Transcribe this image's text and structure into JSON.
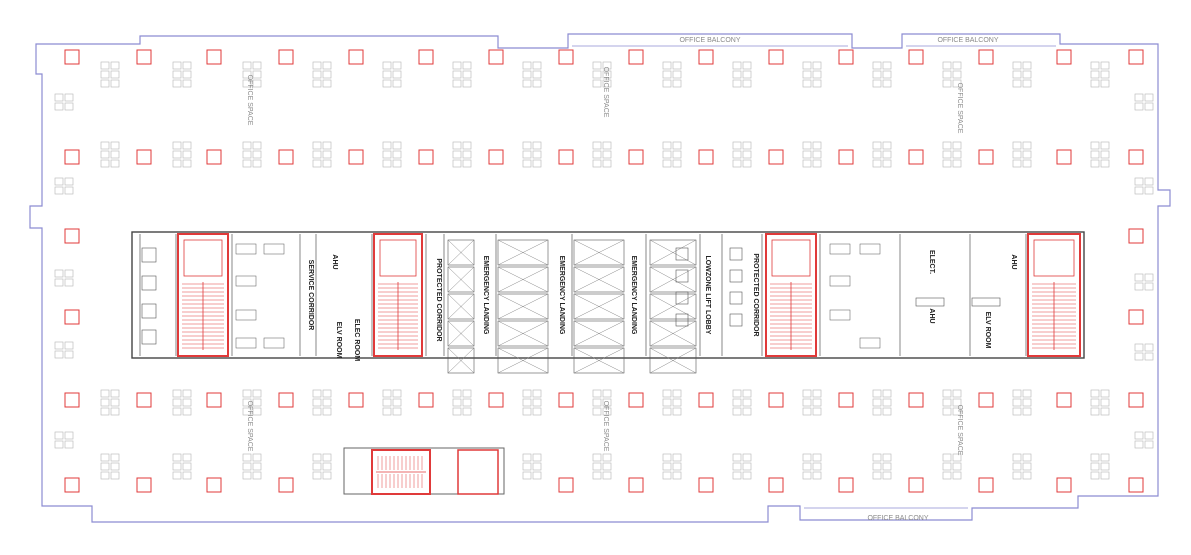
{
  "plan": {
    "outline_color": "#8c8cd2",
    "column_color": "#e03a3a",
    "furniture_color": "#b4b4b4",
    "core_line_color": "#555555",
    "stair_color": "#e03a3a",
    "balconies": [
      {
        "label": "OFFICE BALCONY"
      },
      {
        "label": "OFFICE BALCONY"
      },
      {
        "label": "OFFICE BALCONY"
      }
    ],
    "office_spaces": [
      {
        "label": "OFFICE SPACE"
      },
      {
        "label": "OFFICE SPACE"
      },
      {
        "label": "OFFICE SPACE"
      },
      {
        "label": "OFFICE SPACE"
      },
      {
        "label": "OFFICE SPACE"
      },
      {
        "label": "OFFICE SPACE"
      }
    ],
    "core_labels": [
      {
        "label": "SERVICE CORRIDOR"
      },
      {
        "label": "AHU"
      },
      {
        "label": "ELEC ROOM"
      },
      {
        "label": "ELV ROOM"
      },
      {
        "label": "PROTECTED CORRIDOR"
      },
      {
        "label": "EMERGENCY LANDING"
      },
      {
        "label": "EMERGENCY LANDING"
      },
      {
        "label": "EMERGENCY LANDING"
      },
      {
        "label": "LOWZONE LIFT LOBBY"
      },
      {
        "label": "PROTECTED CORRIDOR"
      },
      {
        "label": "ELECT."
      },
      {
        "label": "AHU"
      },
      {
        "label": "AHU"
      },
      {
        "label": "ELV ROOM"
      }
    ]
  }
}
